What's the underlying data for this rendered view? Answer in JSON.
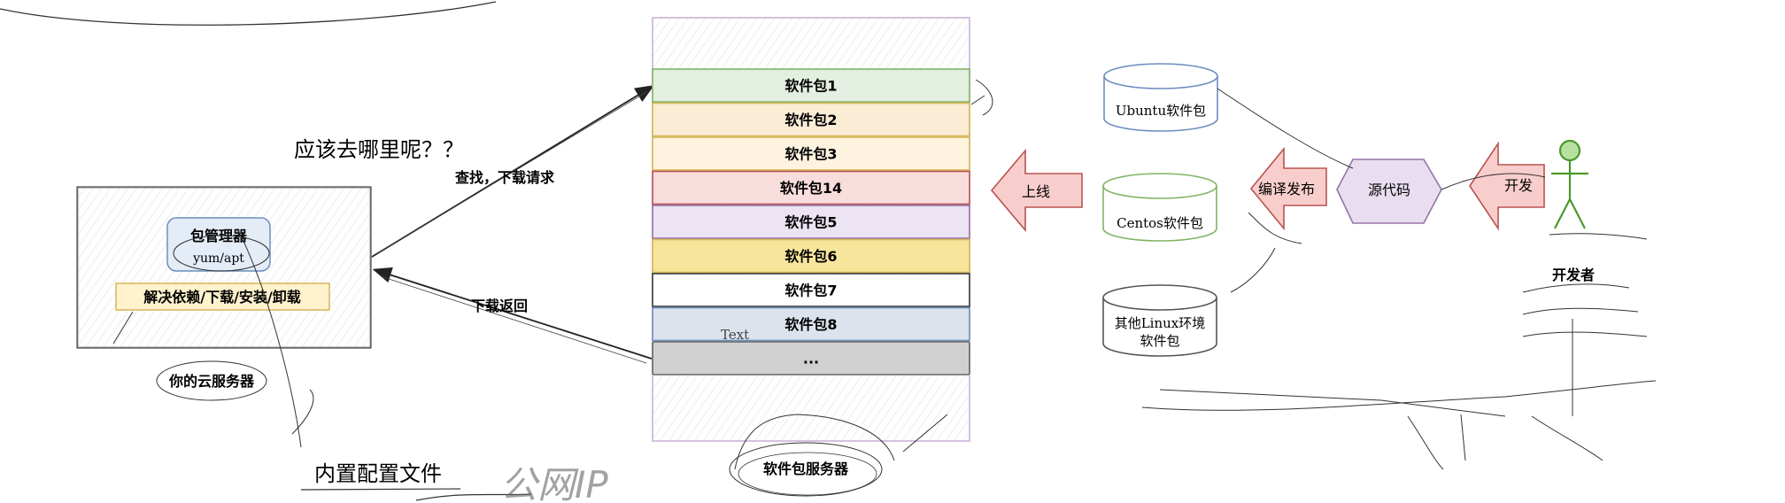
{
  "question": "应该去哪里呢？？",
  "client": {
    "manager_line1": "包管理器",
    "manager_line2": "yum/apt",
    "functions": "解决依赖/下载/安装/卸载",
    "server_label": "你的云服务器"
  },
  "config_file": "内置配置文件",
  "scribble_text": "公网IP",
  "arrows": {
    "request": "查找，下载请求",
    "response": "下载返回",
    "online": "上线",
    "compile": "编译发布",
    "develop": "开发"
  },
  "repo": {
    "packages": [
      "软件包1",
      "软件包2",
      "软件包3",
      "软件包14",
      "软件包5",
      "软件包6",
      "软件包7",
      "软件包8",
      "..."
    ],
    "stray_text": "Text",
    "server_label": "软件包服务器"
  },
  "environments": [
    {
      "line1": "Ubuntu软件包",
      "line2": ""
    },
    {
      "line1": "Centos软件包",
      "line2": ""
    },
    {
      "line1": "其他Linux环境",
      "line2": "软件包"
    }
  ],
  "source_code": "源代码",
  "developer": "开发者",
  "colors": {
    "row_fills": [
      "#e3efe0",
      "#fbecd6",
      "#fdf3df",
      "#f9dcdc",
      "#ece3f3",
      "#f8e59c",
      "#ffffff",
      "#dde3ec",
      "#d0d0d0"
    ],
    "row_strokes": [
      "#82b366",
      "#d6b656",
      "#d6b656",
      "#b85450",
      "#9673a6",
      "#d6b656",
      "#36393d",
      "#6c8ebf",
      "#666666"
    ],
    "env_strokes": [
      "#6c8ebf",
      "#82b366",
      "#555555"
    ],
    "arrow_red": "#b85450",
    "arrow_fill": "#f8cecc",
    "hexagon": "#9673a6",
    "stickman": "#4a9a2b",
    "server_purple": "#c9b2d9"
  }
}
